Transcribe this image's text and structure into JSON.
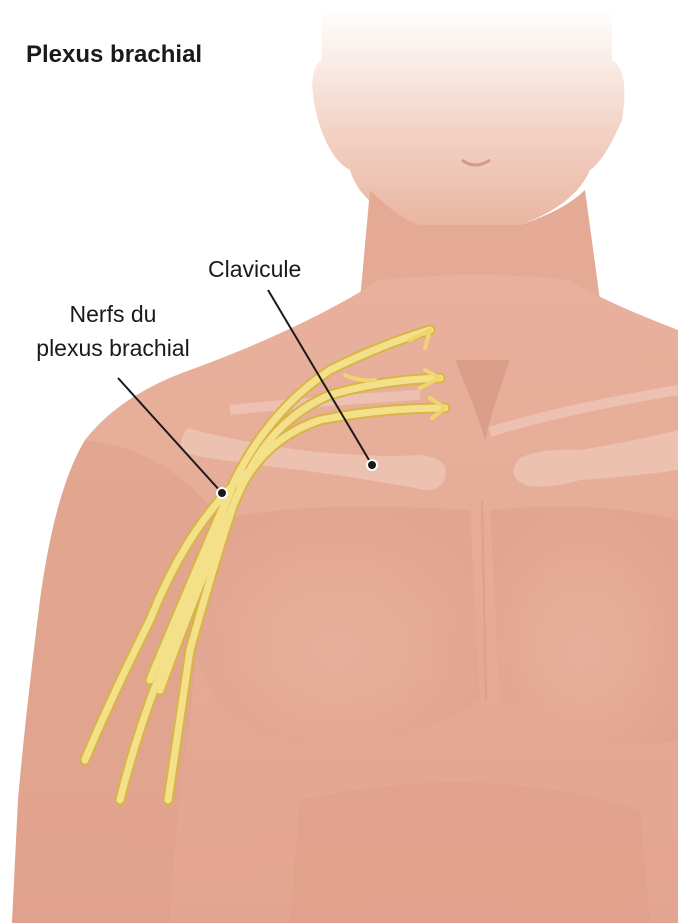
{
  "title": "Plexus brachial",
  "labels": {
    "clavicle": "Clavicule",
    "nerves_line1": "Nerfs du",
    "nerves_line2": "plexus brachial"
  },
  "colors": {
    "background": "#ffffff",
    "skin": "#e6ad99",
    "skin_light": "#f0c8b8",
    "nerve": "#f3dc7a",
    "nerve_outline": "#d9b84a",
    "bone": "#ecc2b2",
    "text": "#1a1a1a"
  }
}
